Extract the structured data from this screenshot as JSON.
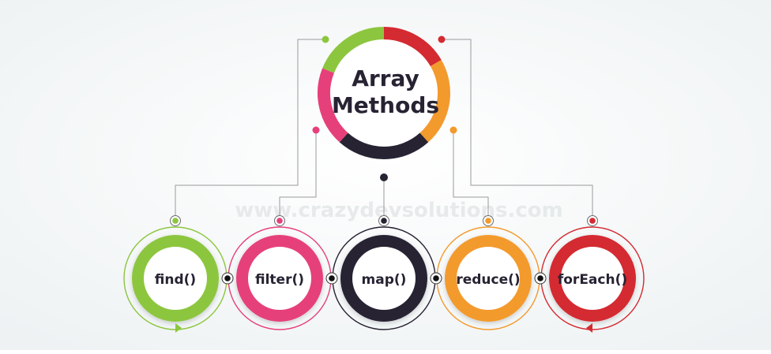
{
  "colors": {
    "background": "#f3f6f6",
    "green": "#8cc63f",
    "pink": "#e6407a",
    "dark": "#272333",
    "orange": "#f39a2d",
    "red": "#d42a31",
    "connector": "#9a9a9a",
    "text": "#272333"
  },
  "center": {
    "title_line1": "Array",
    "title_line2": "Methods"
  },
  "watermark": "www.crazydevsolutions.com",
  "methods": [
    {
      "id": "find",
      "label": "find()",
      "color": "green"
    },
    {
      "id": "filter",
      "label": "filter()",
      "color": "pink"
    },
    {
      "id": "map",
      "label": "map()",
      "color": "dark"
    },
    {
      "id": "reduce",
      "label": "reduce()",
      "color": "orange"
    },
    {
      "id": "forEach",
      "label": "forEach()",
      "color": "red"
    }
  ]
}
